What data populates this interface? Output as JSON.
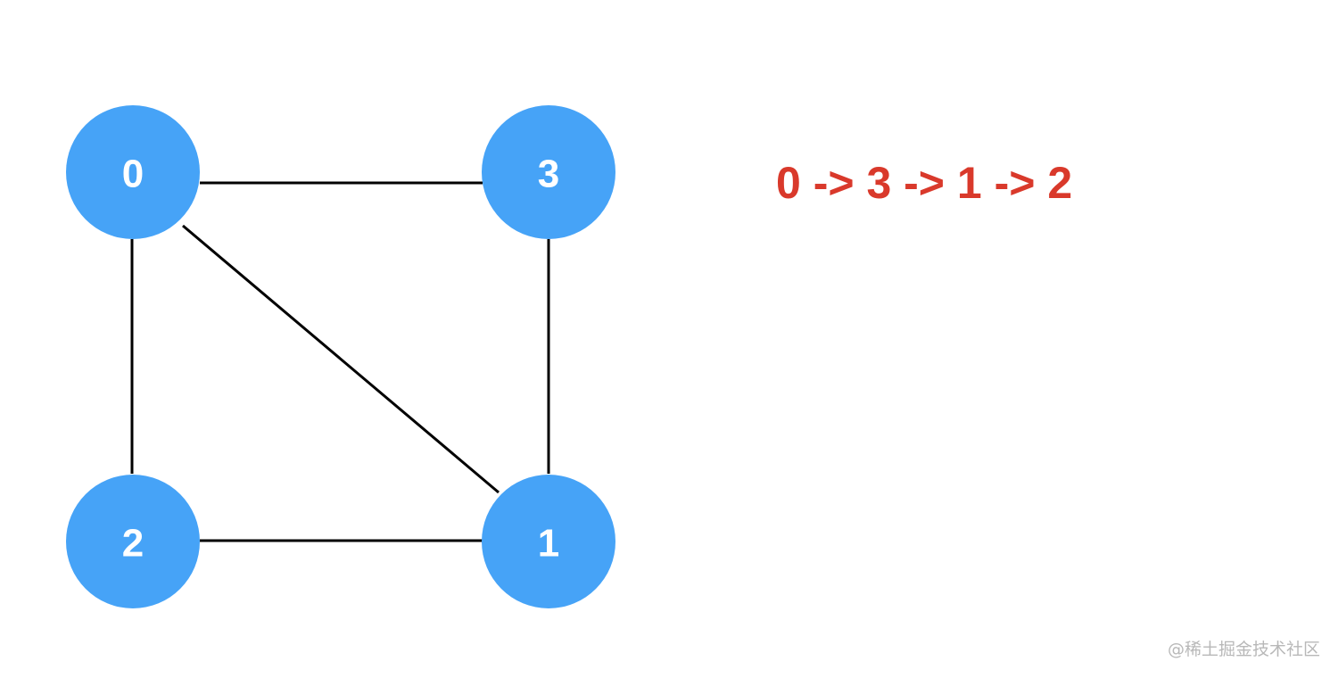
{
  "colors": {
    "node_fill": "#46a3f7",
    "node_text": "#ffffff",
    "edge": "#000000",
    "order_text": "#d9392b",
    "watermark": "#b8b8b8"
  },
  "graph": {
    "nodes": [
      {
        "id": "0",
        "label": "0"
      },
      {
        "id": "3",
        "label": "3"
      },
      {
        "id": "2",
        "label": "2"
      },
      {
        "id": "1",
        "label": "1"
      }
    ],
    "edges": [
      {
        "from": "0",
        "to": "3"
      },
      {
        "from": "0",
        "to": "2"
      },
      {
        "from": "0",
        "to": "1"
      },
      {
        "from": "3",
        "to": "1"
      },
      {
        "from": "2",
        "to": "1"
      }
    ]
  },
  "traversal_order": "0 -> 3 -> 1 -> 2",
  "watermark": "@稀土掘金技术社区"
}
